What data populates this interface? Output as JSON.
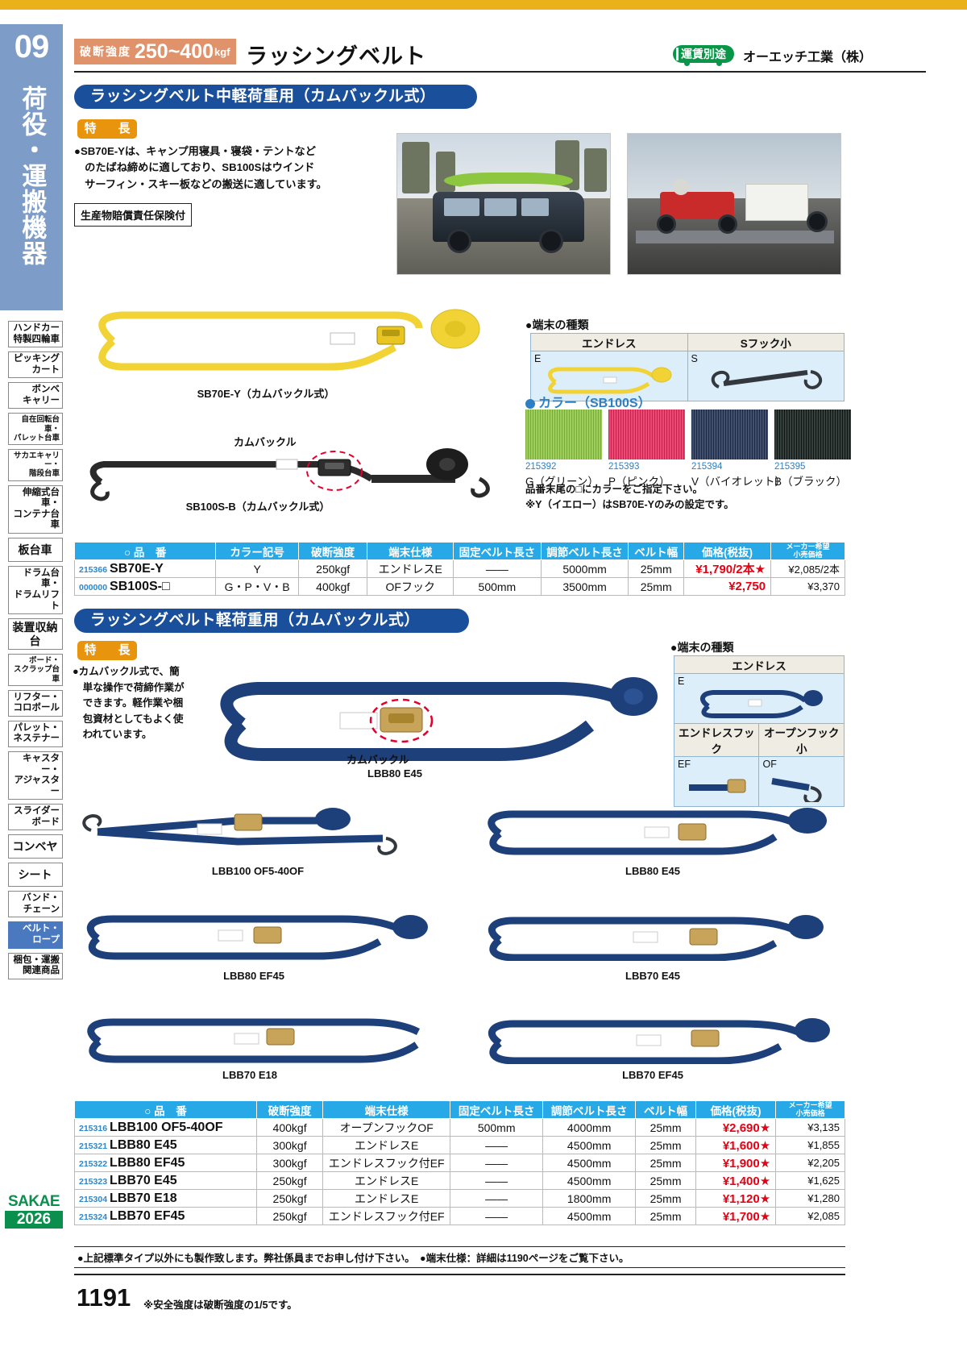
{
  "spine": {
    "number": "09",
    "text": "荷役・運搬機器"
  },
  "nav": {
    "items": [
      {
        "label": "ハンドカー\n特製四輪車",
        "active": false
      },
      {
        "label": "ピッキング\nカート",
        "active": false
      },
      {
        "label": "ボンベ\nキャリー",
        "active": false
      },
      {
        "label": "自在回転台車・\nパレット台車",
        "active": false
      },
      {
        "label": "サカエキャリー・\n階段台車",
        "active": false
      },
      {
        "label": "伸縮式台車・\nコンテナ台車",
        "active": false
      },
      {
        "label": "板台車",
        "active": false
      },
      {
        "label": "ドラム台車・\nドラムリフト",
        "active": false
      },
      {
        "label": "装置収納台",
        "active": false
      },
      {
        "label": "ボード・\nスクラップ台車",
        "active": false
      },
      {
        "label": "リフター・\nコロボール",
        "active": false
      },
      {
        "label": "パレット・\nネステナー",
        "active": false
      },
      {
        "label": "キャスター・\nアジャスター",
        "active": false
      },
      {
        "label": "スライダー\nボード",
        "active": false
      },
      {
        "label": "コンベヤ",
        "active": false
      },
      {
        "label": "シート",
        "active": false
      },
      {
        "label": "バンド・\nチェーン",
        "active": false
      },
      {
        "label": "ベルト・\nロープ",
        "active": true
      },
      {
        "label": "梱包・運搬\n関連商品",
        "active": false
      }
    ]
  },
  "header": {
    "strength_label": "破断強度",
    "strength_value": "250~400",
    "strength_unit": "kgf",
    "title": "ラッシングベルト",
    "freight_badge": "運賃別途",
    "maker": "オーエッチ工業（株）"
  },
  "section1": {
    "banner": "ラッシングベルト中軽荷重用（カムバックル式）",
    "feature_tag": "特　長",
    "feature_text": "●SB70E-Yは、キャンプ用寝具・寝袋・テントなど\n　のたばね締めに適しており、SB100Sはウインド\n　サーフィン・スキー板などの搬送に適しています。",
    "insurance": "生産物賠償責任保険付",
    "caption_a": "SB70E-Y（カムバックル式）",
    "caption_b": "SB100S-B（カムバックル式）",
    "cam_label": "カムバックル",
    "kinds_title": "●端末の種類",
    "kinds_headers": [
      "エンドレス",
      "Sフック小"
    ],
    "kinds_codes": [
      "E",
      "S"
    ],
    "color_title": "カラー（SB100S）",
    "colors": [
      {
        "code": "215392",
        "name": "G（グリーン）",
        "hex": "#8cc63f"
      },
      {
        "code": "215393",
        "name": "P（ピンク）",
        "hex": "#e8275a"
      },
      {
        "code": "215394",
        "name": "V（バイオレット）",
        "hex": "#1e2f52"
      },
      {
        "code": "215395",
        "name": "B（ブラック）",
        "hex": "#101a16"
      }
    ],
    "color_note": "品番末尾の□にカラーをご指定下さい。\n※Y（イエロー）はSB70E-Yのみの設定です。",
    "table": {
      "headers": [
        "○ 品　番",
        "カラー記号",
        "破断強度",
        "端末仕様",
        "固定ベルト長さ",
        "調節ベルト長さ",
        "ベルト幅",
        "価格(税抜)",
        "メーカー希望\n小売価格"
      ],
      "rows": [
        {
          "code": "215366",
          "name": "SB70E-Y",
          "color_sym": "Y",
          "strength": "250kgf",
          "terminal": "エンドレスE",
          "fixed": "——",
          "adjust": "5000mm",
          "width": "25mm",
          "price": "¥1,790/2本★",
          "list": "¥2,085/2本"
        },
        {
          "code": "000000",
          "name": "SB100S-□",
          "color_sym": "G・P・V・B",
          "strength": "400kgf",
          "terminal": "OFフック",
          "fixed": "500mm",
          "adjust": "3500mm",
          "width": "25mm",
          "price": "¥2,750",
          "list": "¥3,370"
        }
      ]
    }
  },
  "section2": {
    "banner": "ラッシングベルト軽荷重用（カムバックル式）",
    "feature_tag": "特　長",
    "feature_text": "●カムバックル式で、簡\n　単な操作で荷締作業が\n　できます。軽作業や梱\n　包資材としてもよく使\n　われています。",
    "cam_label": "カムバックル",
    "main_caption": "LBB80 E45",
    "kinds_title": "●端末の種類",
    "kinds_row1_header": "エンドレス",
    "kinds_row1_code": "E",
    "kinds_row2_headers": [
      "エンドレスフック",
      "オープンフック小"
    ],
    "kinds_row2_codes": [
      "EF",
      "OF"
    ],
    "captions": [
      "LBB100 OF5-40OF",
      "LBB80 E45",
      "LBB80 EF45",
      "LBB70 E45",
      "LBB70 E18",
      "LBB70 EF45"
    ],
    "table": {
      "headers": [
        "○ 品　番",
        "破断強度",
        "端末仕様",
        "固定ベルト長さ",
        "調節ベルト長さ",
        "ベルト幅",
        "価格(税抜)",
        "メーカー希望\n小売価格"
      ],
      "rows": [
        {
          "code": "215316",
          "name": "LBB100 OF5-40OF",
          "strength": "400kgf",
          "terminal": "オープンフックOF",
          "fixed": "500mm",
          "adjust": "4000mm",
          "width": "25mm",
          "price": "¥2,690★",
          "list": "¥3,135",
          "sep": false
        },
        {
          "code": "215321",
          "name": "LBB80 E45",
          "strength": "300kgf",
          "terminal": "エンドレスE",
          "fixed": "——",
          "adjust": "4500mm",
          "width": "25mm",
          "price": "¥1,600★",
          "list": "¥1,855",
          "sep": false
        },
        {
          "code": "215322",
          "name": "LBB80 EF45",
          "strength": "300kgf",
          "terminal": "エンドレスフック付EF",
          "fixed": "——",
          "adjust": "4500mm",
          "width": "25mm",
          "price": "¥1,900★",
          "list": "¥2,205",
          "sep": false
        },
        {
          "code": "215323",
          "name": "LBB70 E45",
          "strength": "250kgf",
          "terminal": "エンドレスE",
          "fixed": "——",
          "adjust": "4500mm",
          "width": "25mm",
          "price": "¥1,400★",
          "list": "¥1,625",
          "sep": true
        },
        {
          "code": "215304",
          "name": "LBB70 E18",
          "strength": "250kgf",
          "terminal": "エンドレスE",
          "fixed": "——",
          "adjust": "1800mm",
          "width": "25mm",
          "price": "¥1,120★",
          "list": "¥1,280",
          "sep": false
        },
        {
          "code": "215324",
          "name": "LBB70 EF45",
          "strength": "250kgf",
          "terminal": "エンドレスフック付EF",
          "fixed": "——",
          "adjust": "4500mm",
          "width": "25mm",
          "price": "¥1,700★",
          "list": "¥2,085",
          "sep": false
        }
      ]
    }
  },
  "footer": {
    "note": "●上記標準タイプ以外にも製作致します。弊社係員までお申し付け下さい。　●端末仕様：詳細は1190ページをご覧下さい。",
    "page_number": "1191",
    "safety": "※安全強度は破断強度の1/5です。",
    "brand_line1": "SAKAE",
    "brand_line2": "2026"
  }
}
